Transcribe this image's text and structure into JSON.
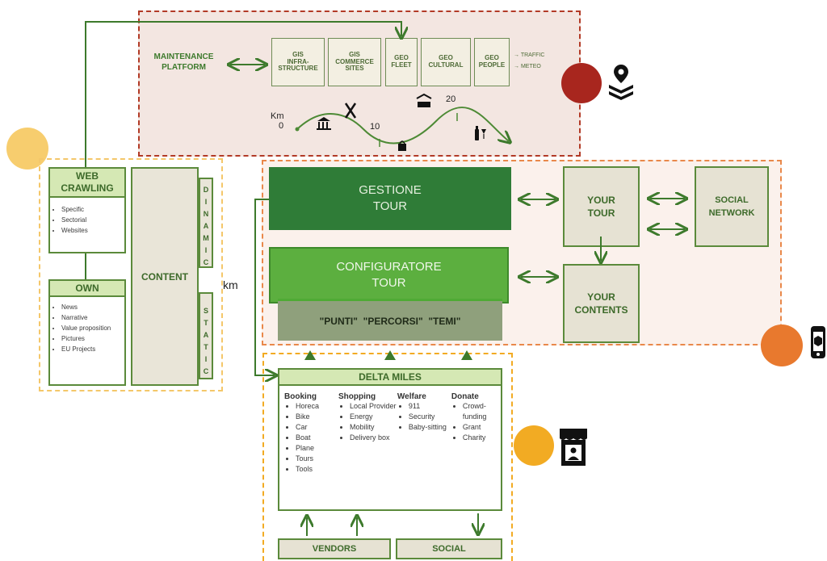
{
  "top": {
    "maintenance": [
      "MAINTENANCE",
      "PLATFORM"
    ],
    "gis_boxes": [
      [
        "GIS",
        "INFRA-",
        "STRUCTURE"
      ],
      [
        "GIS",
        "COMMERCE",
        "SITES"
      ],
      [
        "GEO",
        "FLEET"
      ],
      [
        "GEO",
        "CULTURAL"
      ],
      [
        "GEO",
        "PEOPLE"
      ]
    ],
    "side_labels": [
      "→ TRAFFIC",
      "→ METEO"
    ],
    "route": {
      "km": "Km",
      "zero": "0",
      "ten": "10",
      "twenty": "20"
    }
  },
  "left": {
    "web_crawling": {
      "title": [
        "WEB",
        "CRAWLING"
      ],
      "items": [
        "Specific",
        "Sectorial",
        "Websites"
      ]
    },
    "own": {
      "title": "OWN",
      "items": [
        "News",
        "Narrative",
        "Value proposition",
        "Pictures",
        "EU Projects"
      ]
    },
    "content": "CONTENT",
    "dinamic": [
      "D",
      "I",
      "N",
      "A",
      "M",
      "I",
      "C"
    ],
    "static": [
      "S",
      "T",
      "A",
      "T",
      "I",
      "C"
    ]
  },
  "km_label": "km",
  "middle": {
    "gestione": [
      "GESTIONE",
      "TOUR"
    ],
    "configuratore": [
      "CONFIGURATORE",
      "TOUR"
    ],
    "punti": "\"PUNTI\"  \"PERCORSI\"  \"TEMI\"",
    "your_tour": [
      "YOUR",
      "TOUR"
    ],
    "social_network": [
      "SOCIAL",
      "NETWORK"
    ],
    "your_contents": [
      "YOUR",
      "CONTENTS"
    ]
  },
  "delta": {
    "title": "DELTA MILES",
    "columns": [
      {
        "title": "Booking",
        "items": [
          "Horeca",
          "Bike",
          "Car",
          "Boat",
          "Plane",
          "Tours",
          "Tools"
        ]
      },
      {
        "title": "Shopping",
        "items": [
          "Local Provider",
          "Energy",
          "Mobility",
          "Delivery box"
        ]
      },
      {
        "title": "Welfare",
        "items": [
          "911",
          "Security",
          "Baby-sitting"
        ]
      },
      {
        "title": "Donate",
        "items": [
          "Crowd-funding",
          "Grant",
          "Charity"
        ]
      }
    ],
    "vendors": "VENDORS",
    "social": "SOCIAL"
  },
  "colors": {
    "red": "#a8261e",
    "orange": "#e8792e",
    "yellow_light": "#f7cd6e",
    "yellow": "#f2ab23"
  },
  "icons": [
    "location-layers-icon",
    "mobile-box-icon",
    "shop-person-icon"
  ]
}
